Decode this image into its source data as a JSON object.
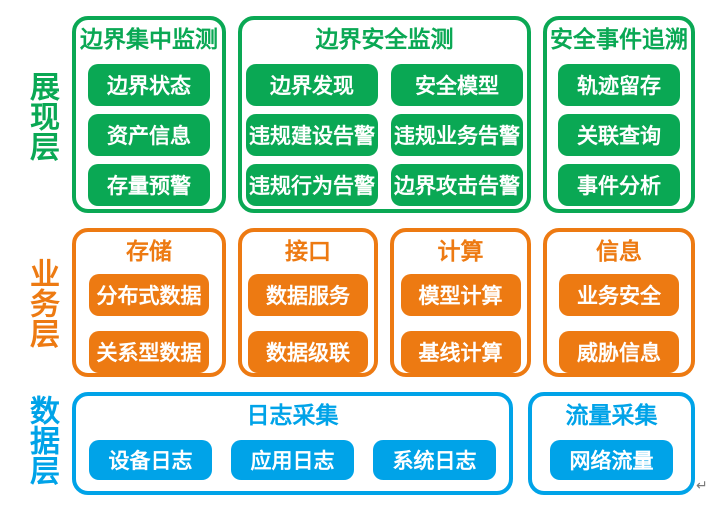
{
  "colors": {
    "presentation": "#0aa854",
    "business": "#ed7a12",
    "data": "#00a3e8"
  },
  "layers": {
    "presentation": {
      "label": "展现层",
      "groups": {
        "central_monitoring": {
          "title": "边界集中监测",
          "items": [
            "边界状态",
            "资产信息",
            "存量预警"
          ]
        },
        "security_monitoring": {
          "title": "边界安全监测",
          "items": [
            "边界发现",
            "安全模型",
            "违规建设告警",
            "违规业务告警",
            "违规行为告警",
            "边界攻击告警"
          ]
        },
        "event_tracing": {
          "title": "安全事件追溯",
          "items": [
            "轨迹留存",
            "关联查询",
            "事件分析"
          ]
        }
      }
    },
    "business": {
      "label": "业务层",
      "groups": {
        "storage": {
          "title": "存储",
          "items": [
            "分布式数据",
            "关系型数据"
          ]
        },
        "interface": {
          "title": "接口",
          "items": [
            "数据服务",
            "数据级联"
          ]
        },
        "compute": {
          "title": "计算",
          "items": [
            "模型计算",
            "基线计算"
          ]
        },
        "information": {
          "title": "信息",
          "items": [
            "业务安全",
            "威胁信息"
          ]
        }
      }
    },
    "data": {
      "label": "数据层",
      "groups": {
        "log_collection": {
          "title": "日志采集",
          "items": [
            "设备日志",
            "应用日志",
            "系统日志"
          ]
        },
        "traffic_collection": {
          "title": "流量采集",
          "items": [
            "网络流量"
          ]
        }
      }
    }
  },
  "misc": {
    "paragraph_mark": "↵"
  }
}
